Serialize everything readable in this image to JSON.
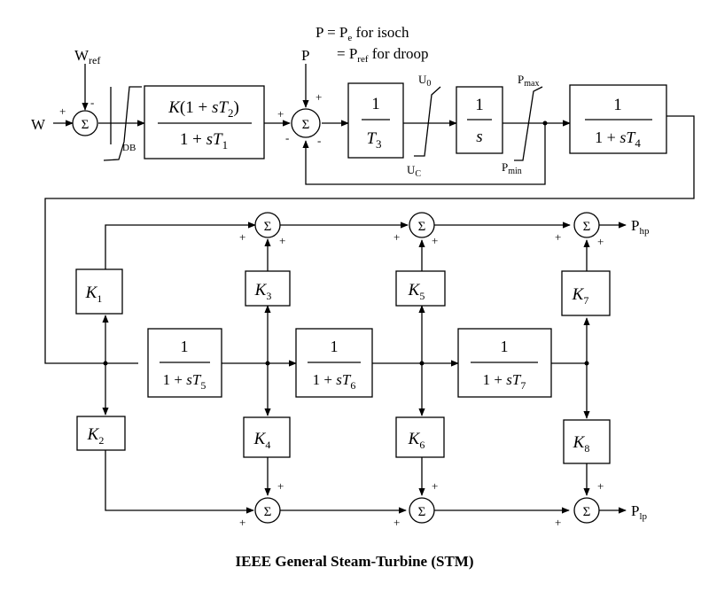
{
  "caption": "IEEE General Steam-Turbine (STM)",
  "notes": {
    "line1": "P = Pe for isoch",
    "line2": "= Pref for droop"
  },
  "inputs": {
    "w": "W",
    "wref": "Wref",
    "p": "P"
  },
  "labels": {
    "db": "DB",
    "u0": "U0",
    "uc": "UC",
    "pmax": "Pmax",
    "pmin": "Pmin",
    "php": "Php",
    "plp": "Plp"
  },
  "blocks": {
    "governor": "K(1 + sT2) / (1 + sT1)",
    "t3": "1 / T3",
    "integrator": "1 / s",
    "t4": "1 / (1 + sT4)",
    "t5": "1 / (1 + sT5)",
    "t6": "1 / (1 + sT6)",
    "t7": "1 / (1 + sT7)"
  },
  "gains": [
    "K1",
    "K2",
    "K3",
    "K4",
    "K5",
    "K6",
    "K7",
    "K8"
  ],
  "sum_symbol": "Σ",
  "signs": {
    "plus": "+",
    "minus": "-"
  }
}
